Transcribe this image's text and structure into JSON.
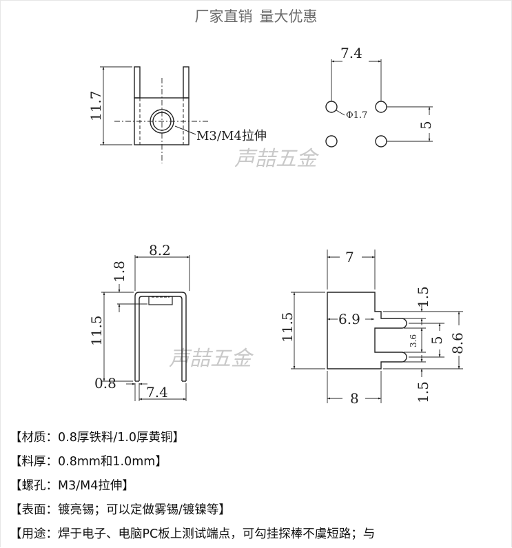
{
  "header": {
    "title_part1": "厂家直销",
    "title_part2": "量大优惠"
  },
  "watermark": "声喆五金",
  "drawings": {
    "front_view": {
      "height_dim": "11.7",
      "hole_label": "M3/M4拉伸"
    },
    "pcb_layout": {
      "pitch_dim": "7.4",
      "hole_dia": "Φ1.7",
      "row_spacing": "5"
    },
    "side_view": {
      "width_dim": "8.2",
      "top_dim": "1.8",
      "height_dim": "11.5",
      "thickness_dim": "0.8",
      "inner_dim": "7.4"
    },
    "top_view": {
      "top_width": "7",
      "inner_width": "6.9",
      "height_dim": "11.5",
      "bottom_width": "8",
      "slot_upper": "1.5",
      "slot_mid": "3.6",
      "slot_pitch": "5",
      "slot_total": "8.6",
      "slot_lower": "1.5"
    }
  },
  "specs": [
    {
      "label": "【材质：0.8厚铁料/1.0厚黄铜】"
    },
    {
      "label": "【料厚：0.8mm和1.0mm】"
    },
    {
      "label": "【螺孔：M3/M4拉伸】"
    },
    {
      "label": "【表面：镀亮锡；可以定做雾锡/镀镍等】"
    },
    {
      "label": "【用途：焊于电子、电脑PC板上测试端点，可勾挂探棒不虞短路；与"
    }
  ]
}
